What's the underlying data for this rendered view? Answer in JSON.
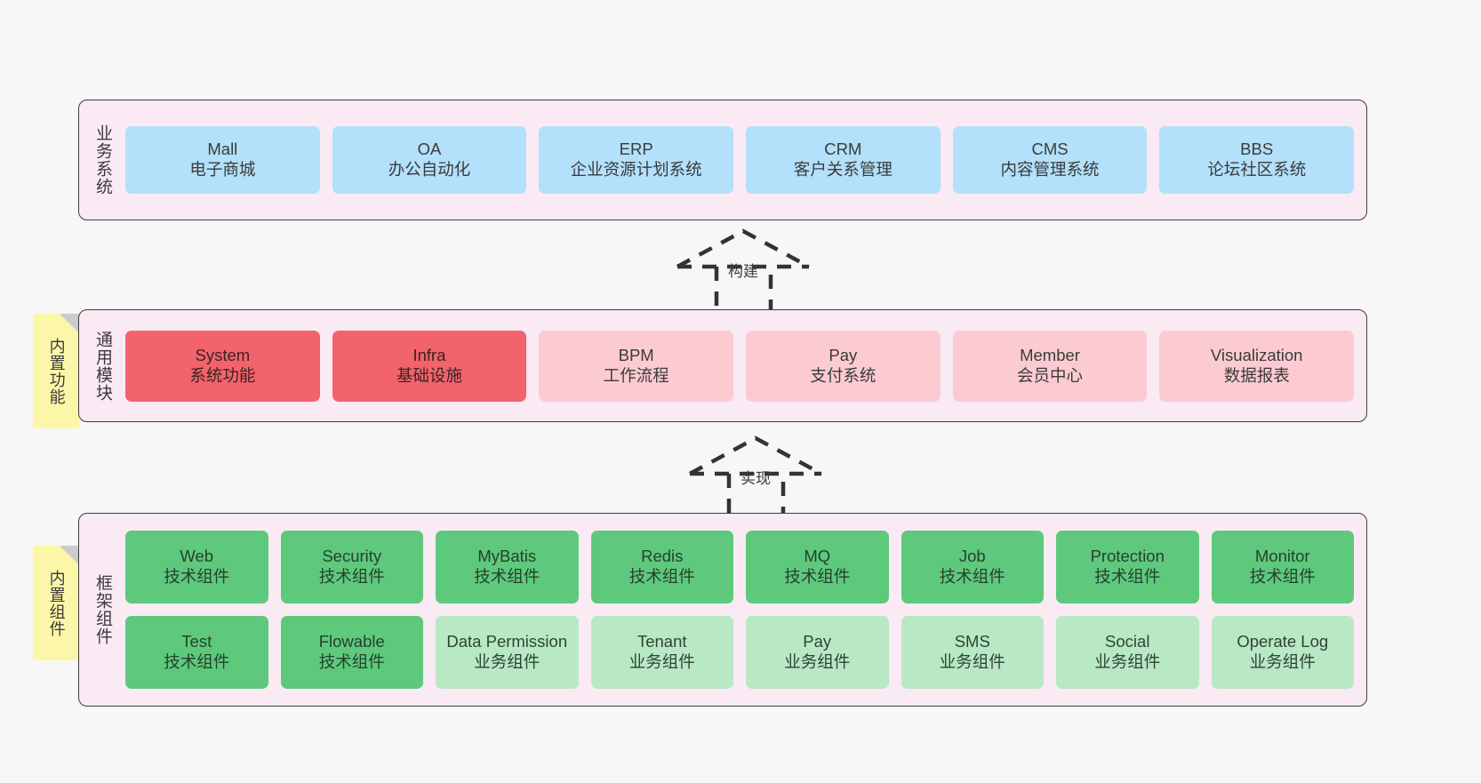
{
  "diagram": {
    "background_color": "#f7f7f7",
    "panel_color": "#faeaf4",
    "note_color": "#fcf7a8"
  },
  "layers": [
    {
      "id": "business",
      "title": "业务系统",
      "note": null,
      "rows": [
        {
          "cards": [
            {
              "name": "Mall",
              "sub": "电子商城",
              "color": "#b3e0fb"
            },
            {
              "name": "OA",
              "sub": "办公自动化",
              "color": "#b3e0fb"
            },
            {
              "name": "ERP",
              "sub": "企业资源计划系统",
              "color": "#b3e0fb"
            },
            {
              "name": "CRM",
              "sub": "客户关系管理",
              "color": "#b3e0fb"
            },
            {
              "name": "CMS",
              "sub": "内容管理系统",
              "color": "#b3e0fb"
            },
            {
              "name": "BBS",
              "sub": "论坛社区系统",
              "color": "#b3e0fb"
            }
          ]
        }
      ]
    },
    {
      "id": "common",
      "title": "通用模块",
      "note": "内置功能",
      "rows": [
        {
          "cards": [
            {
              "name": "System",
              "sub": "系统功能",
              "color": "#f3636b"
            },
            {
              "name": "Infra",
              "sub": "基础设施",
              "color": "#f3636b"
            },
            {
              "name": "BPM",
              "sub": "工作流程",
              "color": "#fbcbd1"
            },
            {
              "name": "Pay",
              "sub": "支付系统",
              "color": "#fbcbd1"
            },
            {
              "name": "Member",
              "sub": "会员中心",
              "color": "#fbcbd1"
            },
            {
              "name": "Visualization",
              "sub": "数据报表",
              "color": "#fbcbd1"
            }
          ]
        }
      ]
    },
    {
      "id": "framework",
      "title": "框架组件",
      "note": "内置组件",
      "rows": [
        {
          "cards": [
            {
              "name": "Web",
              "sub": "技术组件",
              "color": "#5ec97c"
            },
            {
              "name": "Security",
              "sub": "技术组件",
              "color": "#5ec97c"
            },
            {
              "name": "MyBatis",
              "sub": "技术组件",
              "color": "#5ec97c"
            },
            {
              "name": "Redis",
              "sub": "技术组件",
              "color": "#5ec97c"
            },
            {
              "name": "MQ",
              "sub": "技术组件",
              "color": "#5ec97c"
            },
            {
              "name": "Job",
              "sub": "技术组件",
              "color": "#5ec97c"
            },
            {
              "name": "Protection",
              "sub": "技术组件",
              "color": "#5ec97c"
            },
            {
              "name": "Monitor",
              "sub": "技术组件",
              "color": "#5ec97c"
            }
          ]
        },
        {
          "cards": [
            {
              "name": "Test",
              "sub": "技术组件",
              "color": "#5ec97c"
            },
            {
              "name": "Flowable",
              "sub": "技术组件",
              "color": "#5ec97c"
            },
            {
              "name": "Data Permission",
              "sub": "业务组件",
              "color": "#b9e8c4"
            },
            {
              "name": "Tenant",
              "sub": "业务组件",
              "color": "#b9e8c4"
            },
            {
              "name": "Pay",
              "sub": "业务组件",
              "color": "#b9e8c4"
            },
            {
              "name": "SMS",
              "sub": "业务组件",
              "color": "#b9e8c4"
            },
            {
              "name": "Social",
              "sub": "业务组件",
              "color": "#b9e8c4"
            },
            {
              "name": "Operate Log",
              "sub": "业务组件",
              "color": "#b9e8c4"
            }
          ]
        }
      ]
    }
  ],
  "arrows": [
    {
      "id": "build",
      "label": "构建",
      "style": "dashed-hollow-triangle-up"
    },
    {
      "id": "impl",
      "label": "实现",
      "style": "dashed-hollow-triangle-up"
    }
  ]
}
